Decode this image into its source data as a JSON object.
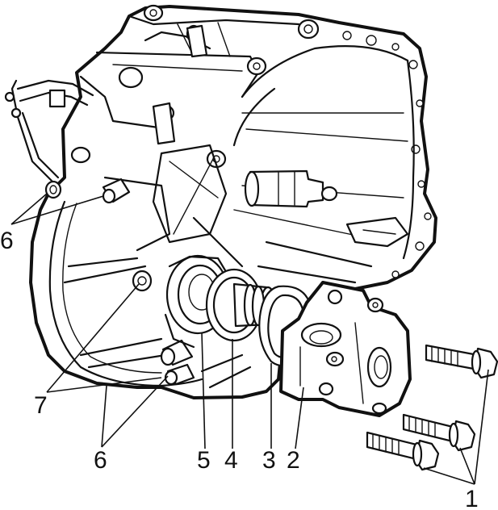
{
  "callouts": {
    "bolts": "1",
    "housing": "2",
    "gasket": "3",
    "sleeve": "4",
    "seal": "5",
    "dowel_pins": "6",
    "plug": "7"
  }
}
